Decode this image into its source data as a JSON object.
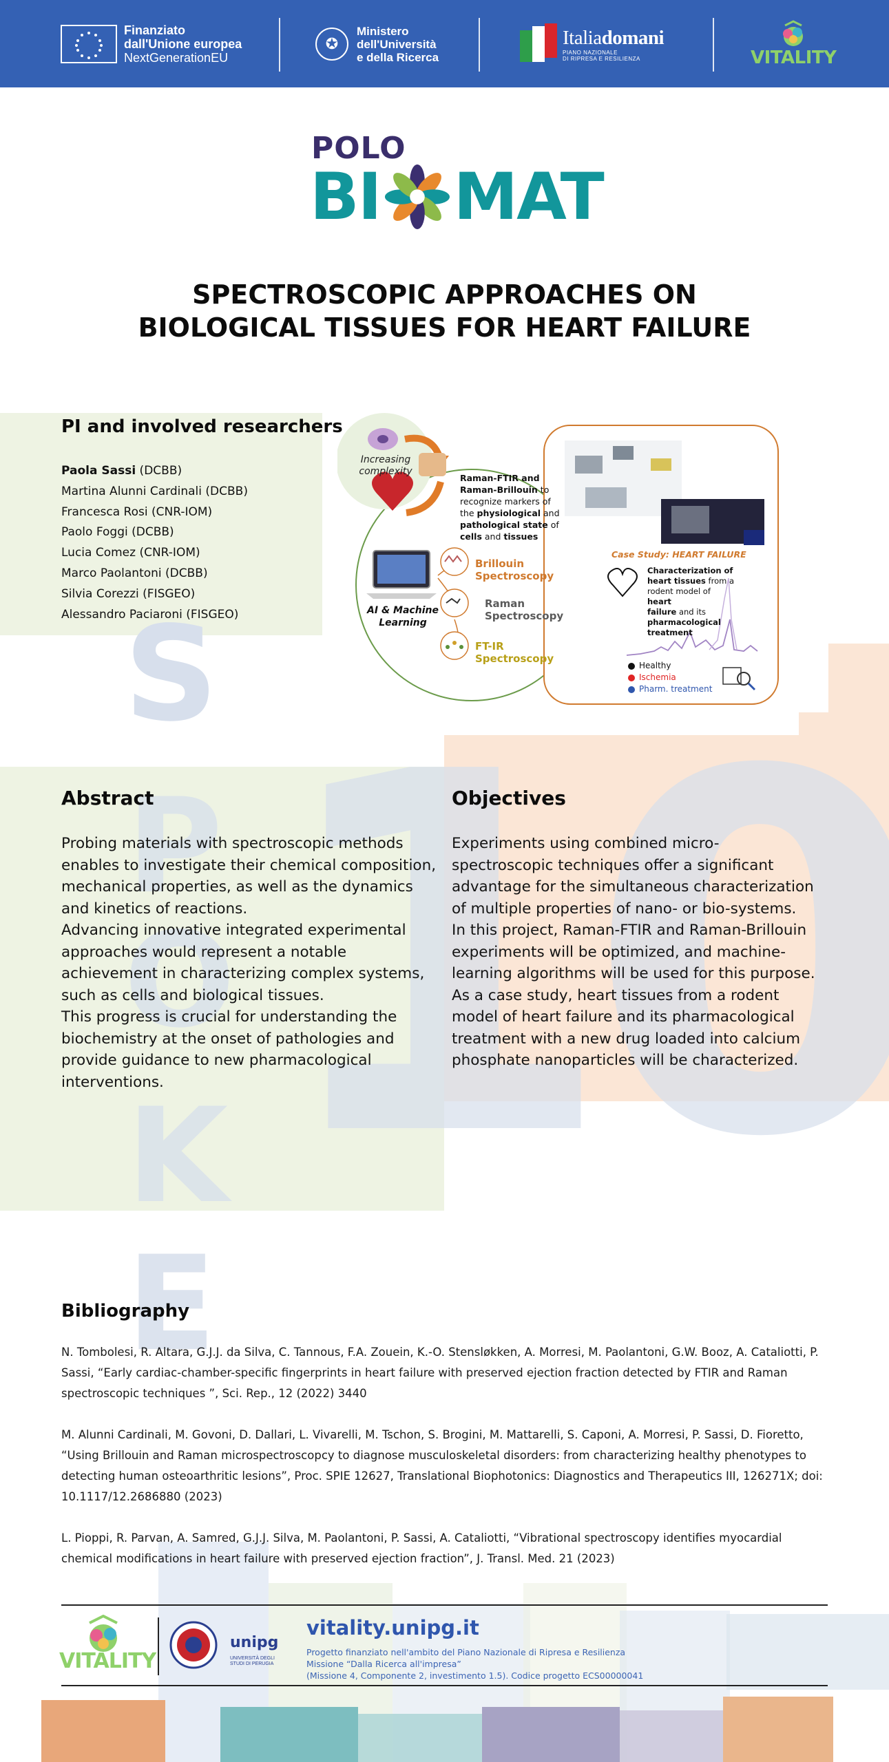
{
  "header": {
    "eu_line1": "Finanziato",
    "eu_line2": "dall'Unione europea",
    "eu_line3": "NextGenerationEU",
    "ministry_line1": "Ministero",
    "ministry_line2": "dell'Università",
    "ministry_line3": "e della Ricerca",
    "italia_a": "Italia",
    "italia_b": "domani",
    "italia_sub1": "PIANO NAZIONALE",
    "italia_sub2": "DI RIPRESA E RESILIENZA",
    "vitality": "VITALITY"
  },
  "logo": {
    "polo": "POLO",
    "bi": "BI",
    "mat": "MAT"
  },
  "title": {
    "line1": "SPECTROSCOPIC APPROACHES ON",
    "line2": "BIOLOGICAL TISSUES FOR HEART FAILURE"
  },
  "researchers": {
    "heading": "PI and involved researchers",
    "pi_name": "Paola Sassi",
    "pi_affil": " (DCBB)",
    "list": [
      "Martina Alunni Cardinali (DCBB)",
      "Francesca Rosi (CNR-IOM)",
      "Paolo Foggi (DCBB)",
      "Lucia Comez (CNR-IOM)",
      "Marco Paolantoni (DCBB)",
      "Silvia Corezzi (FISGEO)",
      "Alessandro Paciaroni (FISGEO)"
    ]
  },
  "infographic": {
    "complexity_1": "Increasing",
    "complexity_2": "complexity",
    "raman_1": "Raman-FTIR and",
    "raman_2": "Raman-Brillouin",
    "raman_2b": " to",
    "raman_3": "recognize  markers of",
    "raman_4a": "the ",
    "raman_4b": "physiological",
    "raman_4c": "  and",
    "raman_5a": "pathological state",
    "raman_5b": " of",
    "raman_6a": "cells",
    "raman_6b": " and ",
    "raman_6c": "tissues",
    "ai_1": "AI & Machine",
    "ai_2": "Learning",
    "brillouin_1": "Brillouin",
    "brillouin_2": "Spectroscopy",
    "raman_sp_1": "Raman",
    "raman_sp_2": "Spectroscopy",
    "ftir_1": "FT-IR",
    "ftir_2": "Spectroscopy",
    "case_study": "Case Study: HEART FAILURE",
    "char_1": "Characterization of",
    "char_2a": "heart tissues",
    "char_2b": " from a",
    "char_3a": "rodent model of ",
    "char_3b": "heart",
    "char_4a": "failure",
    "char_4b": " and its",
    "char_5": "pharmacological",
    "char_6": "treatment",
    "legend_healthy": "Healthy",
    "legend_ischemia": "Ischemia",
    "legend_pharm": "Pharm. treatment",
    "colors": {
      "orange": "#d07a2e",
      "green": "#6b9b4a",
      "healthy": "#111111",
      "ischemia": "#e02424",
      "pharm": "#2f56ad"
    }
  },
  "abstract": {
    "heading": "Abstract",
    "paragraphs": [
      "Probing materials with spectroscopic methods enables to investigate their chemical composition, mechanical properties, as well as the dynamics and kinetics of reactions.",
      "Advancing innovative integrated experimental approaches would represent a notable achievement in characterizing complex systems, such as cells and biological tissues.",
      "This progress is crucial for understanding the biochemistry at the onset of pathologies and provide guidance to new pharmacological interventions."
    ]
  },
  "objectives": {
    "heading": "Objectives",
    "paragraphs": [
      "Experiments using combined micro-spectroscopic techniques offer a significant advantage for the simultaneous characterization of multiple properties of nano- or bio-systems.",
      "In this project, Raman-FTIR and Raman-Brillouin experiments will be optimized, and machine-learning algorithms will be used for this purpose.",
      "As a case study, heart tissues from a rodent model of heart failure and its pharmacological treatment with a new drug loaded into calcium phosphate nanoparticles will be characterized."
    ]
  },
  "bibliography": {
    "heading": "Bibliography",
    "entries": [
      "N. Tombolesi, R. Altara, G.J.J. da Silva, C. Tannous, F.A. Zouein, K.-O. Stensløkken, A. Morresi, M. Paolantoni, G.W. Booz, A. Cataliotti, P. Sassi, “Early cardiac-chamber-specific fingerprints in heart failure with preserved ejection fraction detected by FTIR and Raman spectroscopic techniques ”, Sci. Rep., 12 (2022) 3440",
      "M. Alunni Cardinali, M. Govoni, D. Dallari, L. Vivarelli, M. Tschon, S. Brogini, M. Mattarelli, S. Caponi, A. Morresi, P. Sassi, D. Fioretto, “Using Brillouin and Raman microspectroscopcy to diagnose musculoskeletal disorders: from characterizing healthy phenotypes to detecting human osteoarthritic lesions”, Proc. SPIE 12627, Translational Biophotonics: Diagnostics and Therapeutics III, 126271X; doi: 10.1117/12.2686880 (2023)",
      "L. Pioppi, R. Parvan, A. Samred, G.J.J. Silva, M. Paolantoni, P. Sassi, A. Cataliotti, “Vibrational spectroscopy identifies myocardial chemical modifications in heart failure with preserved ejection fraction”, J. Transl. Med. 21 (2023)"
    ]
  },
  "footer": {
    "vitality": "VITALITY",
    "unipg": "unipg",
    "unipg_sub": "UNIVERSITÀ DEGLI STUDI DI PERUGIA",
    "url": "vitality.unipg.it",
    "note_1": "Progetto finanziato nell'ambito del Piano Nazionale di Ripresa e Resilienza",
    "note_2": "Missione “Dalla Ricerca all'impresa”",
    "note_3": "(Missione 4, Componente 2, investimento 1.5). Codice progetto ECS00000041"
  },
  "decor": {
    "spoke_letters": [
      "S",
      "P",
      "O",
      "K",
      "E"
    ],
    "spoke_number": "10"
  }
}
